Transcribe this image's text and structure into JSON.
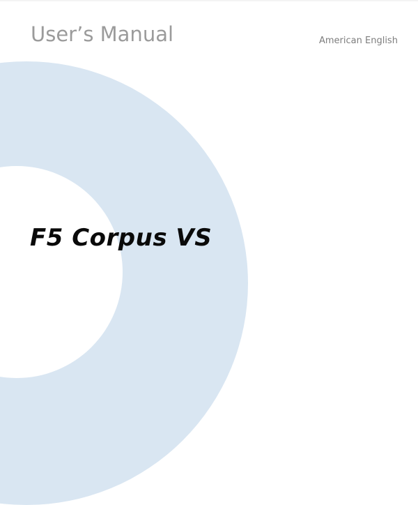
{
  "document": {
    "title": "User’s Manual",
    "language": "American English",
    "product_name": "F5 Corpus VS"
  },
  "colors": {
    "ring": "#d9e6f2",
    "title_text": "#9b9b9b",
    "language_text": "#7d7d7d",
    "product_text": "#0a0a0a"
  }
}
